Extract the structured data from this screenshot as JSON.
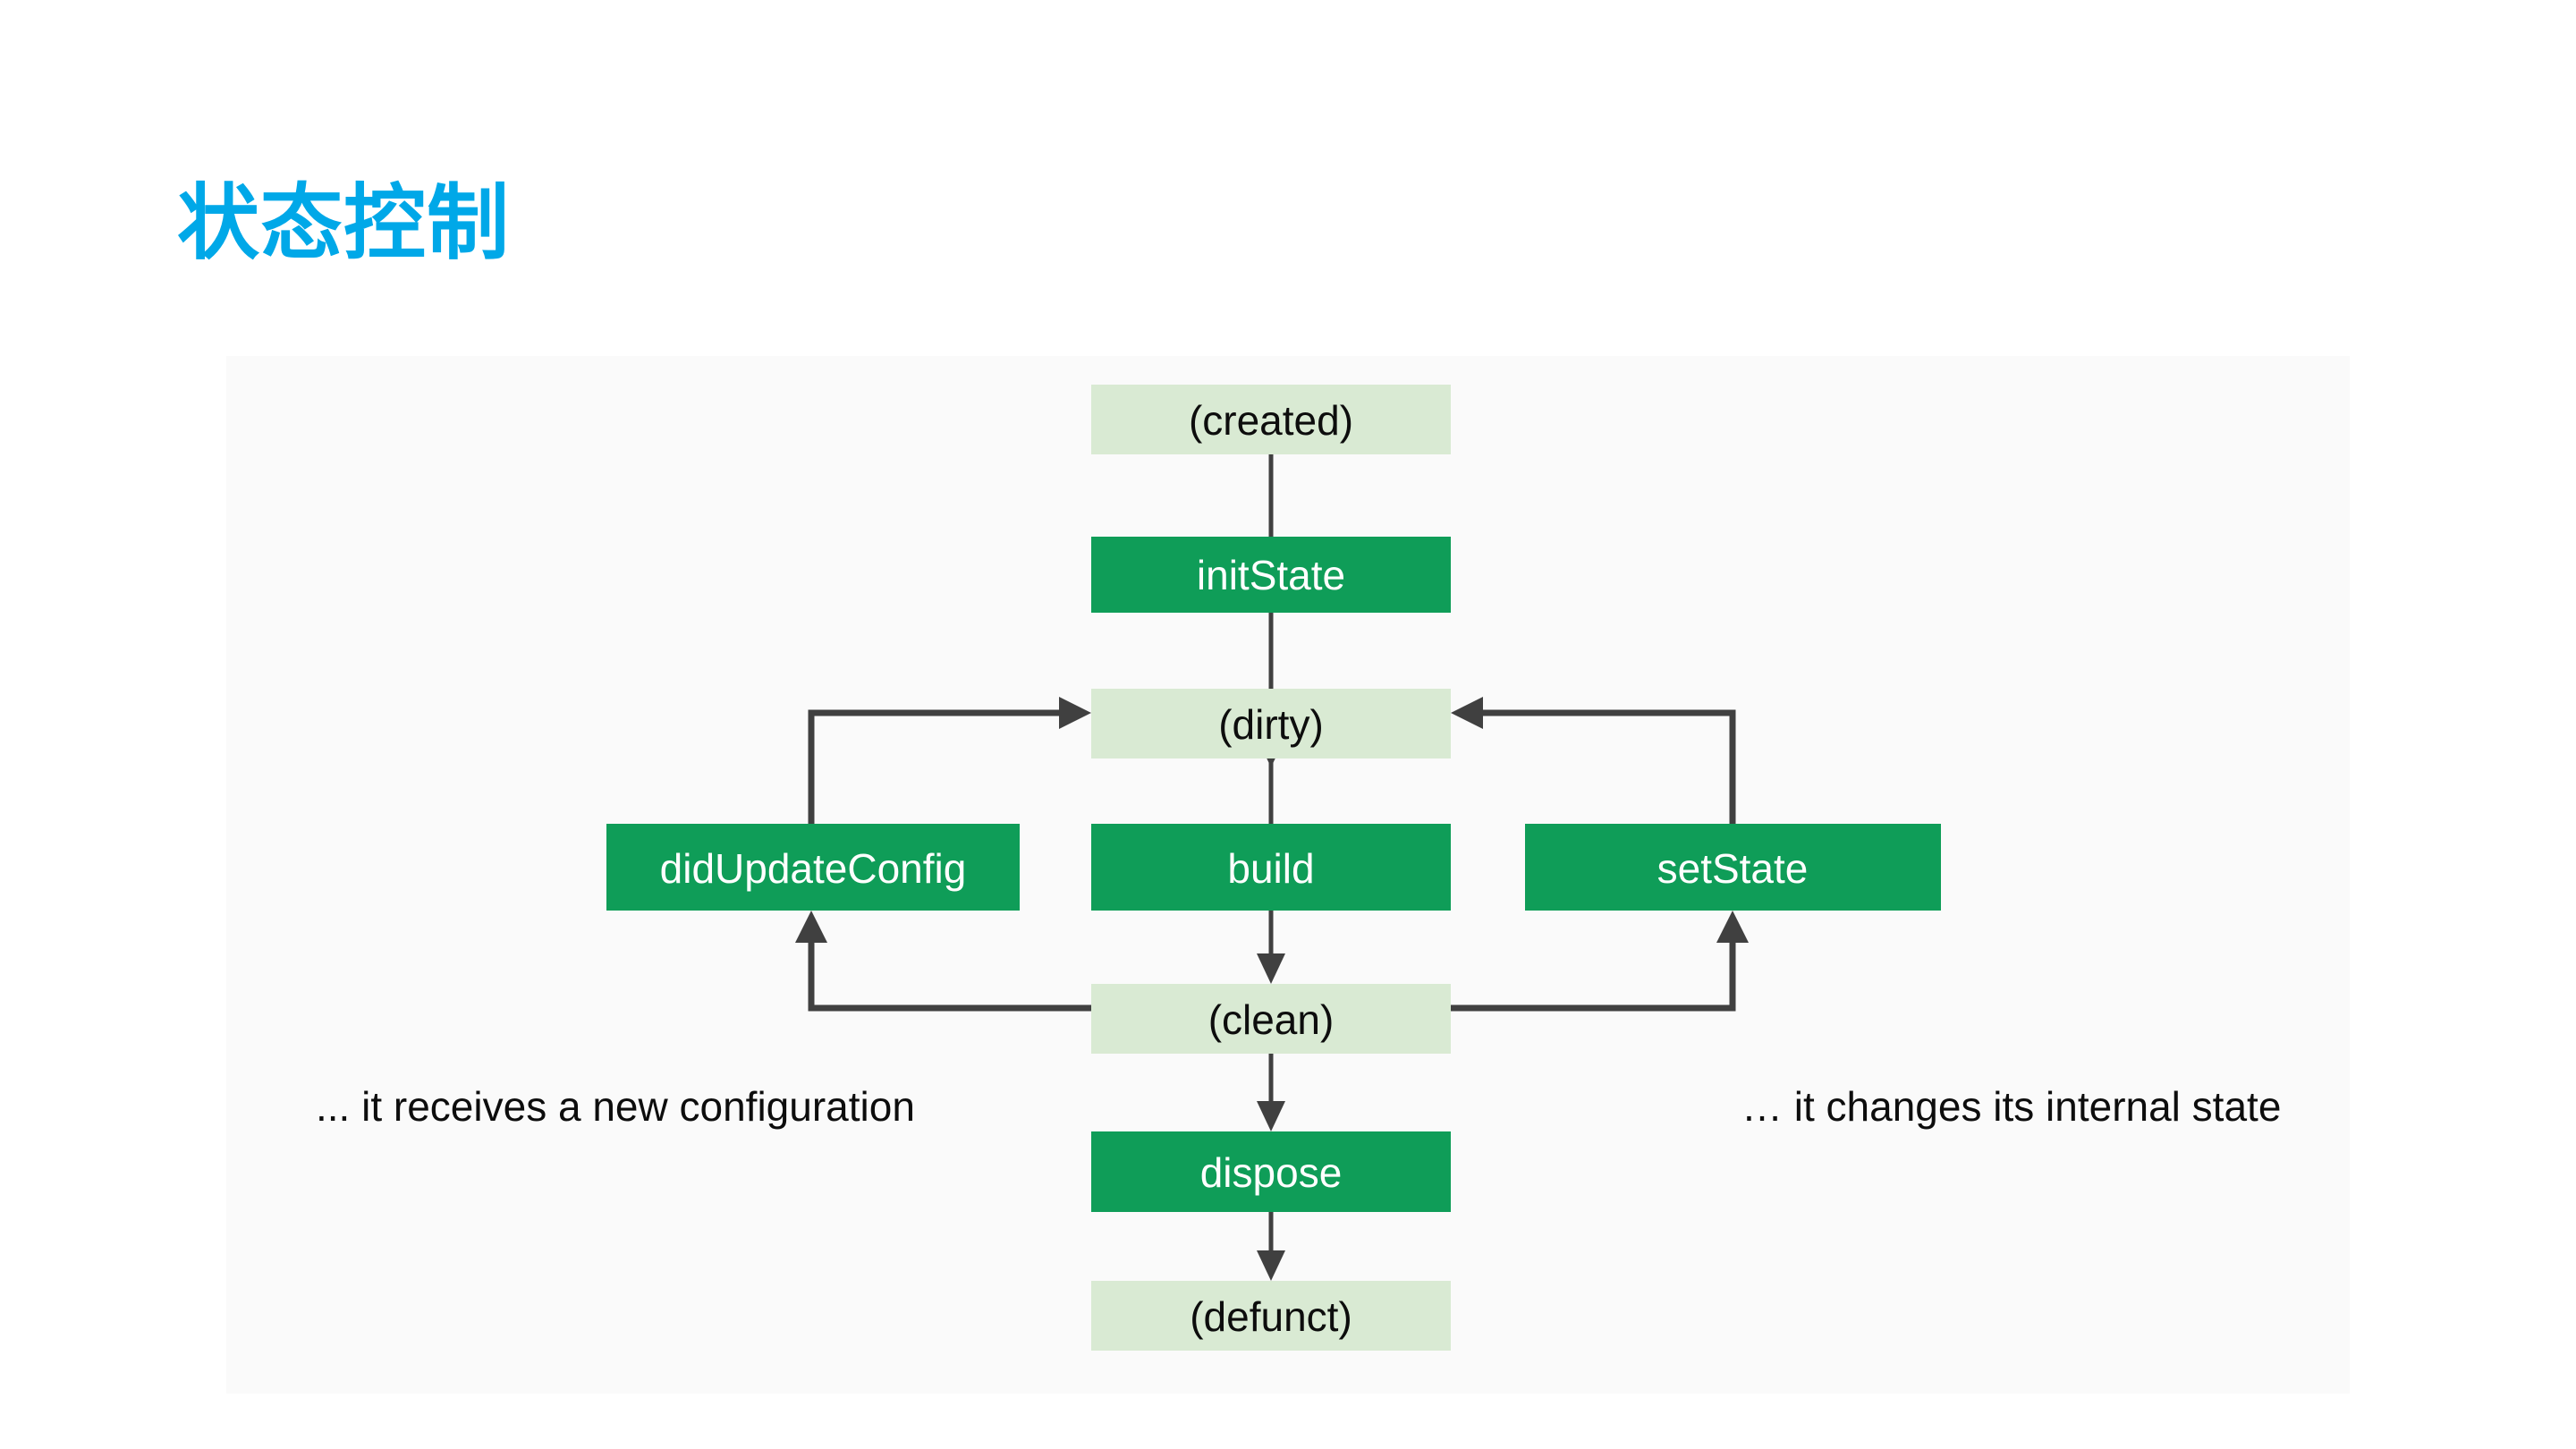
{
  "slide": {
    "title": "状态控制",
    "title_color": "#00a8e8",
    "background": "#ffffff"
  },
  "diagram": {
    "panel_background": "#fafafa",
    "state_box_color": "#d9ead3",
    "method_box_color": "#0f9d58",
    "edge_color": "#404040",
    "state_text_color": "#0d0d0d",
    "method_text_color": "#ffffff",
    "nodes": {
      "created": {
        "label": "(created)",
        "kind": "state"
      },
      "init_state": {
        "label": "initState",
        "kind": "method"
      },
      "dirty": {
        "label": "(dirty)",
        "kind": "state"
      },
      "did_update_config": {
        "label": "didUpdateConfig",
        "kind": "method"
      },
      "build": {
        "label": "build",
        "kind": "method"
      },
      "set_state": {
        "label": "setState",
        "kind": "method"
      },
      "clean": {
        "label": "(clean)",
        "kind": "state"
      },
      "dispose": {
        "label": "dispose",
        "kind": "method"
      },
      "defunct": {
        "label": "(defunct)",
        "kind": "state"
      }
    },
    "captions": {
      "left": "... it receives a new configuration",
      "right": "… it changes its internal state"
    }
  }
}
